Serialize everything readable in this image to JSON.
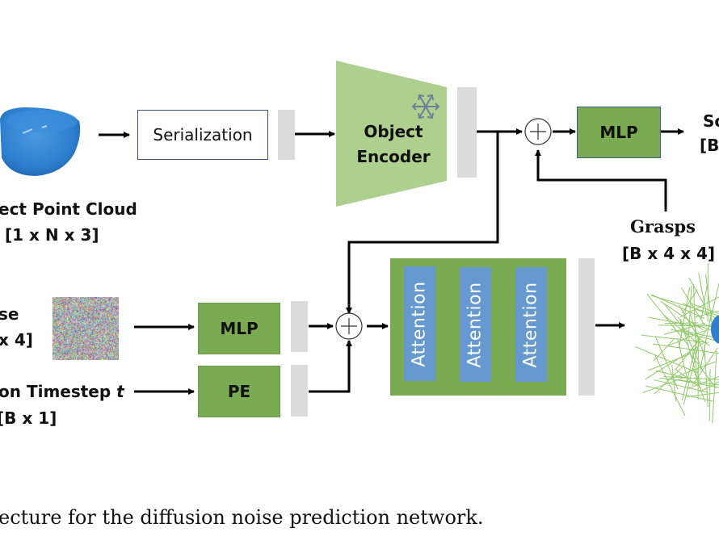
{
  "diagram": {
    "inputs": {
      "point_cloud": {
        "label": "ect Point Cloud",
        "shape": "[1 x N x 3]",
        "image": "blue-bowl-point-cloud"
      },
      "noise": {
        "label": "se",
        "shape": "x 4]",
        "image": "random-noise-grid"
      },
      "timestep": {
        "label": "on Timestep",
        "var": "t",
        "shape": "[B x 1]"
      },
      "grasps": {
        "label": "Grasps",
        "shape": "[B x 4 x 4]"
      }
    },
    "blocks": {
      "serialization": "Serialization",
      "object_encoder_line1": "Object",
      "object_encoder_line2": "Encoder",
      "object_encoder_icon": "snowflake-icon",
      "score_mlp": "MLP",
      "noise_mlp": "MLP",
      "pe": "PE",
      "attention": [
        "Attention",
        "Attention",
        "Attention"
      ]
    },
    "outputs": {
      "score": {
        "label": "Sc",
        "shape": "[B"
      },
      "grasp_render": "green-grasp-lines"
    },
    "operators": {
      "add": "+"
    },
    "colors": {
      "green_block": "#7aab52",
      "encoder": "#aed08e",
      "attention": "#6699d0",
      "feature": "#dcdcdc",
      "snowflake": "#6b7f99"
    }
  },
  "caption": "ecture for the diffusion noise prediction network."
}
